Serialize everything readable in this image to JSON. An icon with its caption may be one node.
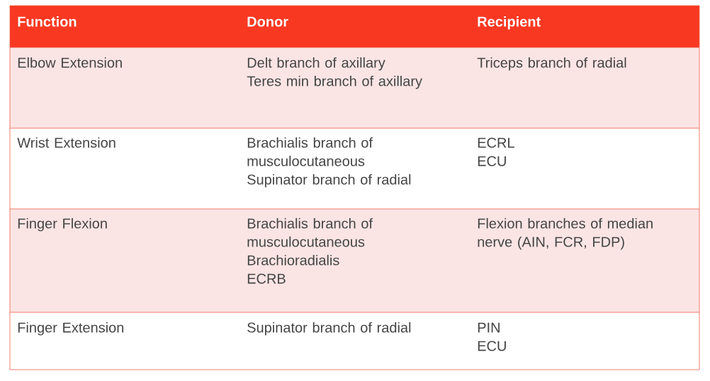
{
  "diagram": {
    "labels": [
      "Function",
      "Donor",
      "Recipient",
      "Elbow Extension",
      "Delt branch of axillary",
      "Teres min branch of axillary",
      "Triceps branch of radial",
      "Wrist Extension",
      "Brachialis branch of musculocutaneous",
      "Supinator branch of radial",
      "ECRL",
      "ECU",
      "Finger Flexion",
      "Brachialis branch of musculocutaneous",
      "Brachioradialis",
      "ECRB",
      "Flexion branches of median nerve (AIN, FCR, FDP)",
      "Finger Extension",
      "Supinator branch of radial",
      "PIN",
      "ECU"
    ]
  }
}
